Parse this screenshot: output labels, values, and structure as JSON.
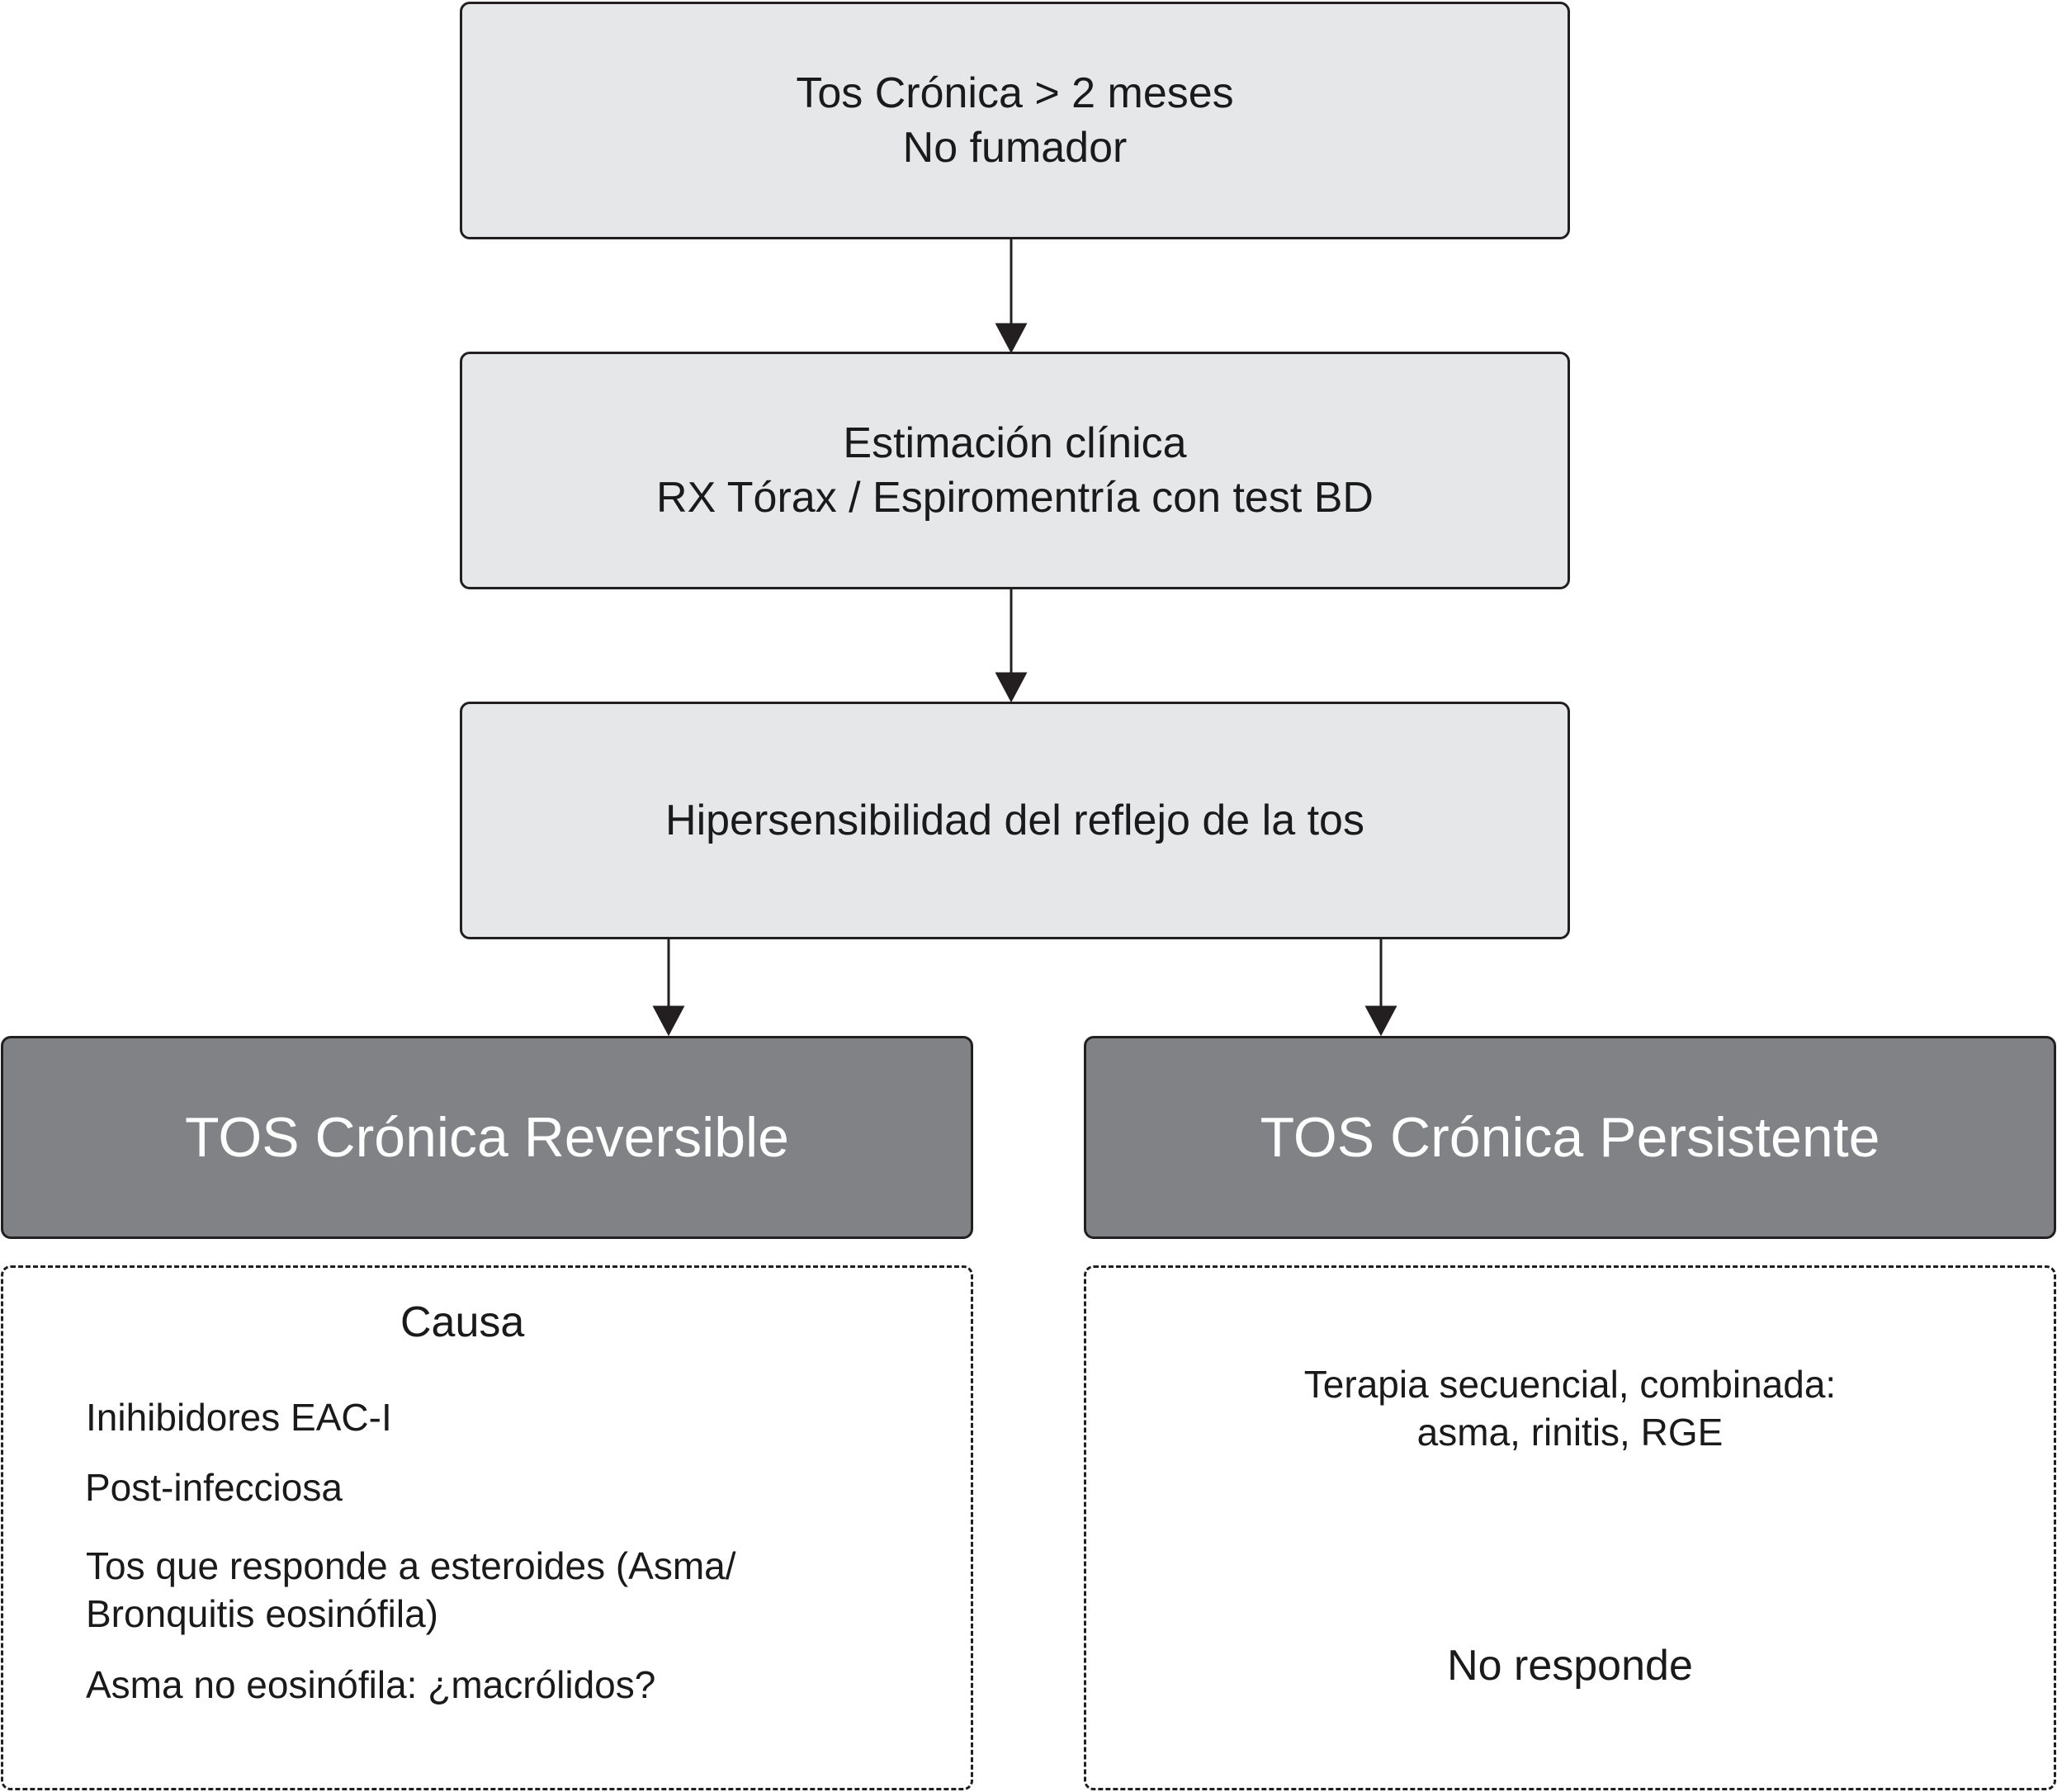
{
  "box1": {
    "line1": "Tos Crónica > 2 meses",
    "line2": "No fumador"
  },
  "box2": {
    "line1": "Estimación clínica",
    "line2": "RX Tórax / Espiromentría con test BD"
  },
  "box3": {
    "line1": "Hipersensibilidad del reflejo de la tos"
  },
  "reversible": {
    "title": "TOS Crónica Reversible"
  },
  "persistent": {
    "title": "TOS Crónica Persistente"
  },
  "causes": {
    "title": "Causa",
    "items": [
      "Inihibidores EAC-I",
      "Post-infecciosa",
      "Tos que responde a esteroides (Asma/",
      "Bronquitis eosinófila)",
      "Asma no eosinófila: ¿macrólidos?"
    ]
  },
  "therapy": {
    "line1": "Terapia secuencial, combinada:",
    "line2": "asma, rinitis, RGE",
    "result": "No responde"
  },
  "colors": {
    "light_box": "#e6e7e8",
    "dark_box": "#808285",
    "stroke": "#231f20"
  }
}
